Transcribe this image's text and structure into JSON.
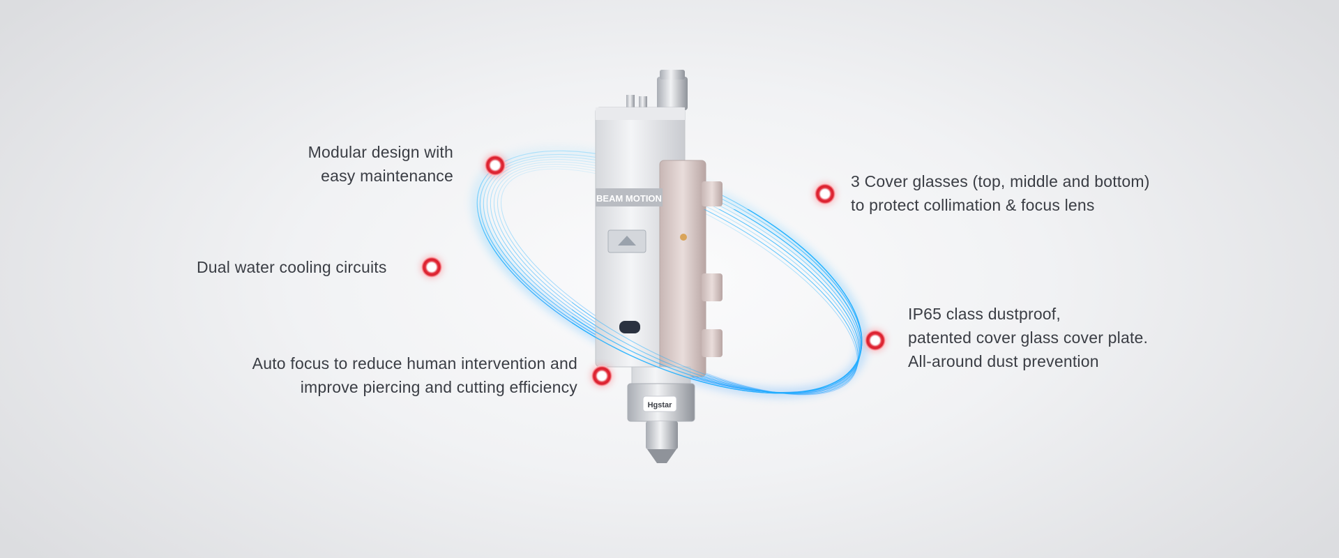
{
  "callouts": {
    "modular": {
      "line1": "Modular design with",
      "line2": "easy maintenance"
    },
    "cooling": {
      "line1": "Dual water cooling circuits"
    },
    "autofocus": {
      "line1": "Auto focus to reduce human intervention and",
      "line2": "improve piercing and cutting efficiency"
    },
    "cover_glasses": {
      "line1": "3 Cover glasses (top, middle and bottom)",
      "line2": "to protect collimation & focus lens"
    },
    "dustproof": {
      "line1": "IP65 class dustproof,",
      "line2": "patented cover glass cover plate.",
      "line3": "All-around dust prevention"
    }
  },
  "product": {
    "panel_label": "BEAM  MOTION",
    "brand_label": "Hgstar"
  },
  "colors": {
    "ring": "#22b8ff",
    "marker": "#e32d3a",
    "text": "#3a3d44"
  }
}
